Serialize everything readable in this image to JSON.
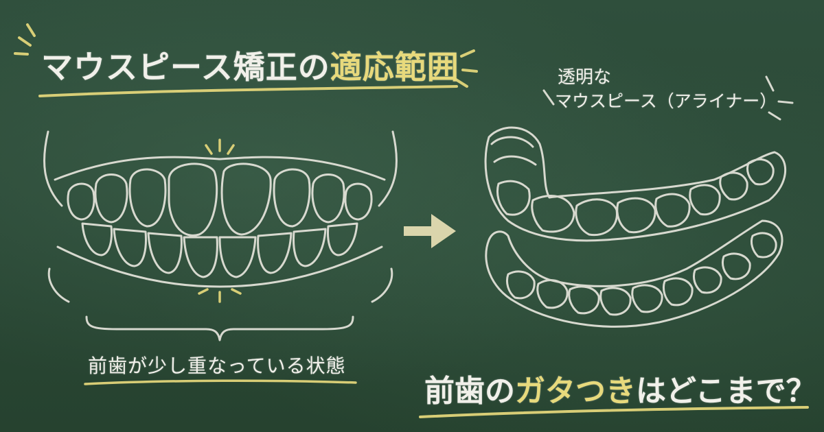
{
  "title": {
    "white": "マウスピース矯正の",
    "yellow": "適応範囲"
  },
  "aligner_label": {
    "line1": "透明な",
    "line2": "マウスピース（アライナー）"
  },
  "left_caption": "前歯が少し重なっている状態",
  "question": {
    "part1": "前歯の",
    "highlight": "ガタつき",
    "part2": "はどこまで？"
  },
  "colors": {
    "board": "#2b4a38",
    "chalk": "#f1f0ea",
    "accent": "#e7d97c"
  }
}
